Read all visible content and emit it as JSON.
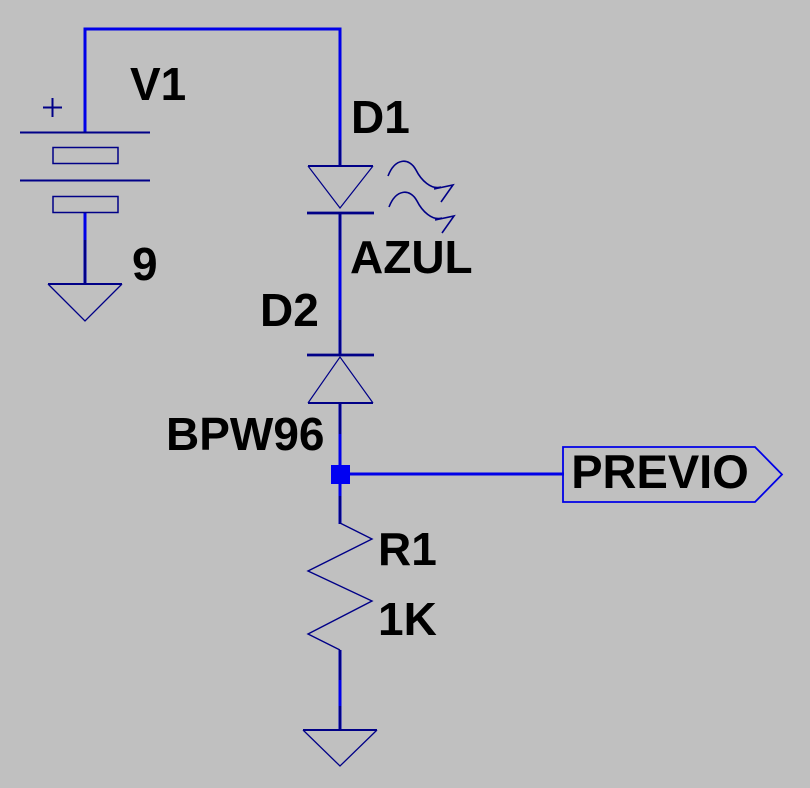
{
  "app": {
    "name": "circuit-schematic",
    "background_color": "#C0C0C0"
  },
  "colors": {
    "wire": "#0000E8",
    "symbol": "#000087",
    "junction": "#0000F2",
    "flag_outline": "#0000E6",
    "label_text": "#000000"
  },
  "components": {
    "battery": {
      "type": "battery",
      "ref": "V1",
      "value": "9"
    },
    "led": {
      "type": "led",
      "ref": "D1",
      "value": "AZUL"
    },
    "photodiode": {
      "type": "diode",
      "ref": "D2",
      "value": "BPW96"
    },
    "resistor": {
      "type": "resistor",
      "ref": "R1",
      "value": "1K"
    },
    "output_tag": {
      "type": "signal-flag",
      "label": "PREVIO"
    },
    "grounds": {
      "count": 2,
      "name": "ground"
    }
  }
}
